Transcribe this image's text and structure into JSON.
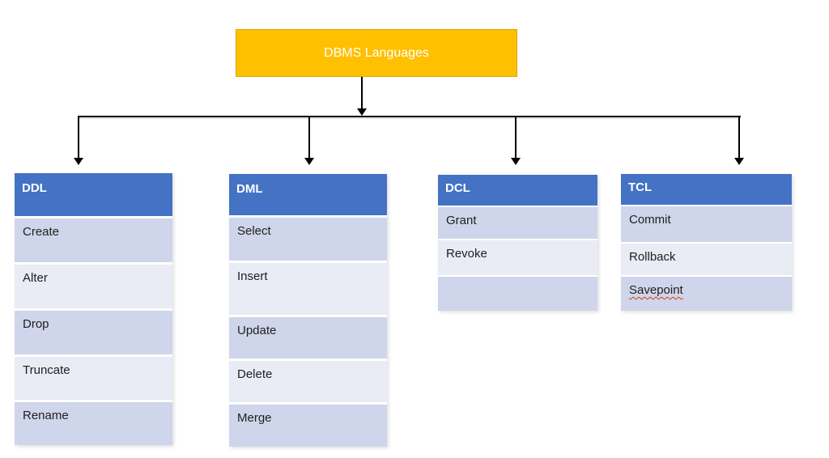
{
  "diagram": {
    "root": {
      "label": "DBMS Languages"
    },
    "tables": [
      {
        "title": "DDL",
        "rows": [
          "Create",
          "Alter",
          "Drop",
          "Truncate",
          "Rename"
        ]
      },
      {
        "title": "DML",
        "rows": [
          "Select",
          "Insert",
          "Update",
          "Delete",
          "Merge"
        ]
      },
      {
        "title": "DCL",
        "rows": [
          "Grant",
          "Revoke",
          ""
        ]
      },
      {
        "title": "TCL",
        "rows": [
          "Commit",
          "Rollback",
          "Savepoint"
        ]
      }
    ]
  },
  "colors": {
    "root_bg": "#FFC000",
    "root_border": "#E2A200",
    "header_bg": "#4472C4",
    "row_dark": "#CFD5EA",
    "row_light": "#E9EBF5",
    "header_text": "#FFFFFF",
    "cell_text": "#1F1F1F",
    "connector": "#000000",
    "spellcheck_underline": "#D83B01"
  }
}
